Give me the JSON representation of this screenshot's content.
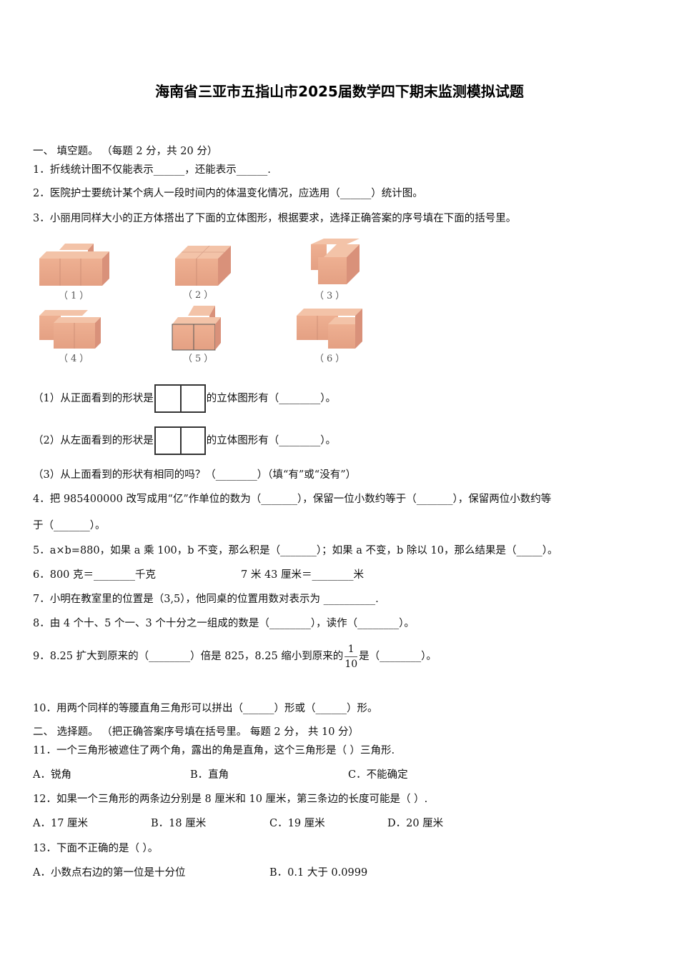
{
  "title": "海南省三亚市五指山市2025届数学四下期末监测模拟试题",
  "section1": {
    "heading": "一、  填空题。 （每题 2 分，共 20  分）"
  },
  "questions": {
    "q1": "1．折线统计图不仅能表示______，还能表示______.",
    "q2": "2．医院护士要统计某个病人一段时间内的体温变化情况，应选用（______）统计图。",
    "q3": "3．小丽用同样大小的正方体搭出了下面的立体图形，根据要求，选择正确答案的序号填在下面的括号里。",
    "q3_figures": [
      "（1）",
      "（2）",
      "（3）",
      "（4）",
      "（5）",
      "（6）"
    ],
    "q3_sub1_pre": "（1）从正面看到的形状是",
    "q3_sub1_post": "的立体图形有（________）。",
    "q3_sub2_pre": "（2）从左面看到的形状是",
    "q3_sub2_post": "的立体图形有（________）。",
    "q3_sub3": "（3）从上面看到的形状有相同的吗？（________）（填“有”或“没有”）",
    "q4_line1": "4．把 985400000 改写成用“亿”作单位的数为（_______），保留一位小数约等于（_______），保留两位小数约等",
    "q4_line2": "于（_______）。",
    "q5": "5．a×b=880，如果 a 乘 100，b 不变，那么积是（_______）；如果 a 不变，b 除以 10，那么结果是（_____）。",
    "q6_a": "6．800 克＝________千克",
    "q6_b": "7 米 43 厘米＝________米",
    "q7": "7．小明在教室里的位置是（3,5），他同桌的位置用数对表示为 __________.",
    "q8": "8．由 4 个十、5 个一、3 个十分之一组成的数是（________），读作（________）。",
    "q9_pre": "9．8.25 扩大到原来的（________）倍是 825，8.25 缩小到原来的",
    "q9_frac_num": "1",
    "q9_frac_den": "10",
    "q9_post": "是（________）。",
    "q10": "10．用两个同样的等腰直角三角形可以拼出（______）形或（______）形。"
  },
  "section2": {
    "heading": "二、  选择题。 （把正确答案序号填在括号里。 每题  2  分，  共  10  分）"
  },
  "choices": {
    "q11": "11．一个三角形被遮住了两个角，露出的角是直角，这个三角形是（    ）三角形.",
    "q11_options": [
      "A．锐角",
      "B．直角",
      "C．不能确定"
    ],
    "q12": "12．如果一个三角形的两条边分别是 8 厘米和 10 厘米，第三条边的长度可能是（    ）.",
    "q12_options": [
      "A．17 厘米",
      "B．18 厘米",
      "C．19 厘米",
      "D．20 厘米"
    ],
    "q13": "13．下面不正确的是（   ）。",
    "q13_options": [
      "A．小数点右边的第一位是十分位",
      "B．0.1 大于 0.0999"
    ]
  },
  "colors": {
    "cube_front": "#e8a98a",
    "cube_top": "#f3c3a8",
    "cube_side": "#d9917a",
    "cube_edge": "#c88a72"
  }
}
